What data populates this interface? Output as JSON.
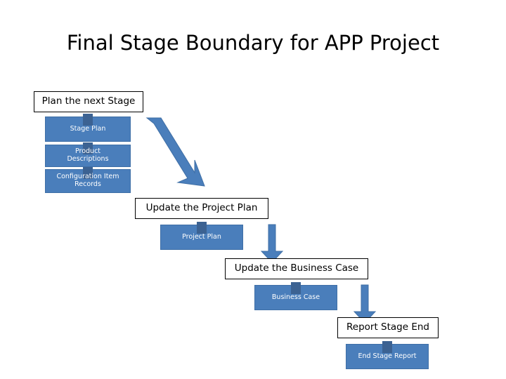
{
  "slide": {
    "title": "Final Stage Boundary for APP Project",
    "background": "#ffffff",
    "accent_blue": "#4a7ebb",
    "arrow_blue": "#4a7ebb",
    "text_dark": "#000000",
    "text_light": "#ffffff"
  },
  "steps": [
    {
      "id": "plan-the-next-stage",
      "label": "Plan the next Stage",
      "type": "process",
      "outputs": [
        {
          "id": "stage-plan",
          "label": "Stage Plan"
        },
        {
          "id": "product-descriptions",
          "label": "Product Descriptions"
        },
        {
          "id": "configuration-item-records",
          "label": "Configuration Item Records"
        }
      ]
    },
    {
      "id": "update-the-project-plan",
      "label": "Update the Project Plan",
      "type": "process",
      "outputs": [
        {
          "id": "project-plan",
          "label": "Project Plan"
        }
      ]
    },
    {
      "id": "update-the-business-case",
      "label": "Update the Business Case",
      "type": "process",
      "outputs": [
        {
          "id": "business-case",
          "label": "Business Case"
        }
      ]
    },
    {
      "id": "report-stage-end",
      "label": "Report Stage End",
      "type": "process",
      "outputs": [
        {
          "id": "end-stage-report",
          "label": "End Stage Report"
        }
      ]
    }
  ],
  "connectors": [
    {
      "id": "arrow-plan-to-update-plan",
      "from": "plan-the-next-stage",
      "to": "update-the-project-plan"
    },
    {
      "id": "arrow-update-plan-to-business-case",
      "from": "update-the-project-plan",
      "to": "update-the-business-case"
    },
    {
      "id": "arrow-business-case-to-report",
      "from": "update-the-business-case",
      "to": "report-stage-end"
    }
  ]
}
